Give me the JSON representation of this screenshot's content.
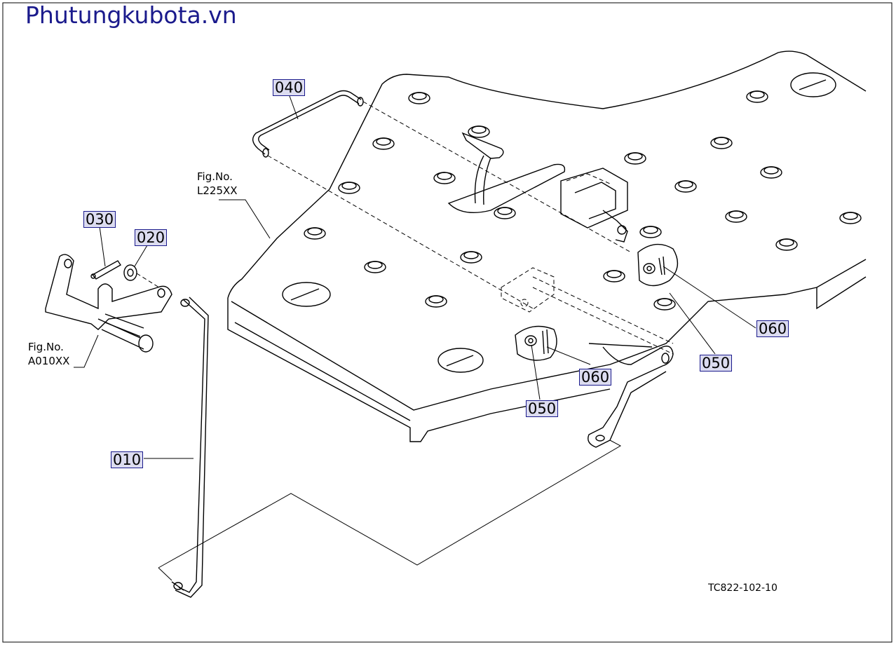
{
  "header": {
    "site_title": "Phutungkubota.vn"
  },
  "callouts": {
    "c040": "040",
    "c030": "030",
    "c020": "020",
    "c010": "010",
    "c060a": "060",
    "c050a": "050",
    "c060b": "060",
    "c050b": "050"
  },
  "fig_refs": {
    "l225": {
      "line1": "Fig.No.",
      "line2": "L225XX"
    },
    "a010": {
      "line1": "Fig.No.",
      "line2": "A010XX"
    }
  },
  "drawing_number": "TC822-102-10"
}
